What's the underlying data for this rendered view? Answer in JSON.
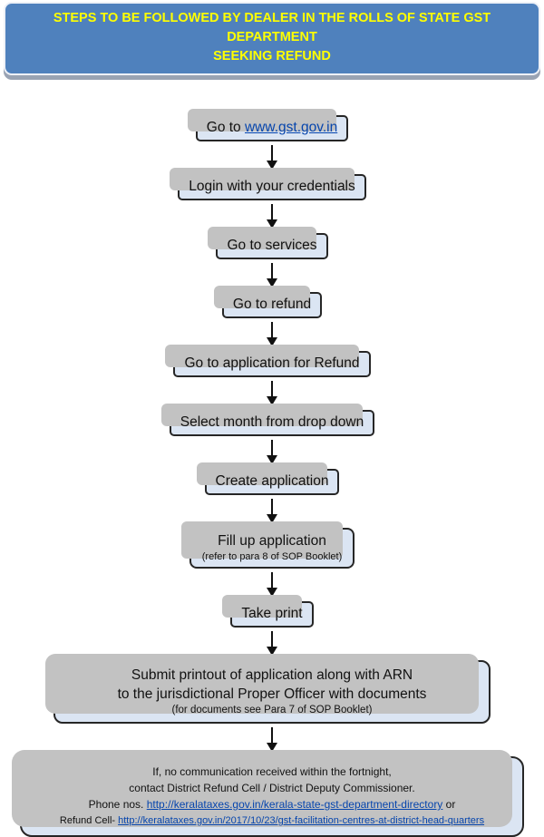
{
  "header": {
    "line1": "STEPS TO BE FOLLOWED BY DEALER IN THE ROLLS OF STATE GST DEPARTMENT",
    "line2": "SEEKING REFUND"
  },
  "steps": [
    {
      "prefix": "Go to ",
      "link": "www.gst.gov.in"
    },
    {
      "label": "Login with your credentials"
    },
    {
      "label": "Go to services"
    },
    {
      "label": "Go to refund"
    },
    {
      "label": "Go to application for Refund"
    },
    {
      "label": "Select month from drop down"
    },
    {
      "label": "Create application"
    },
    {
      "label": "Fill up application",
      "note": "(refer to para 8 of SOP Booklet)"
    },
    {
      "label": "Take print"
    },
    {
      "line1": "Submit printout of application along with ARN",
      "line2": "to the jurisdictional Proper Officer with documents",
      "note": "(for documents see Para 7 of SOP Booklet)"
    }
  ],
  "footer": {
    "line1": "If, no communication received within the fortnight,",
    "line2": "contact District Refund Cell / District Deputy Commissioner.",
    "phone_prefix": "Phone nos. ",
    "phone_link": "http://keralataxes.gov.in/kerala-state-gst-department-directory",
    "phone_suffix": " or",
    "refund_prefix": "Refund Cell- ",
    "refund_link": "http://keralataxes.gov.in/2017/10/23/gst-facilitation-centres-at-district-head-quarters"
  },
  "colors": {
    "header_bg": "#4f81bd",
    "header_text": "#ffff00",
    "box_bg": "#dbe5f3",
    "box_border": "#262626",
    "box_shadow": "#c2c2c2",
    "link": "#0645ad",
    "arrow": "#111111"
  }
}
